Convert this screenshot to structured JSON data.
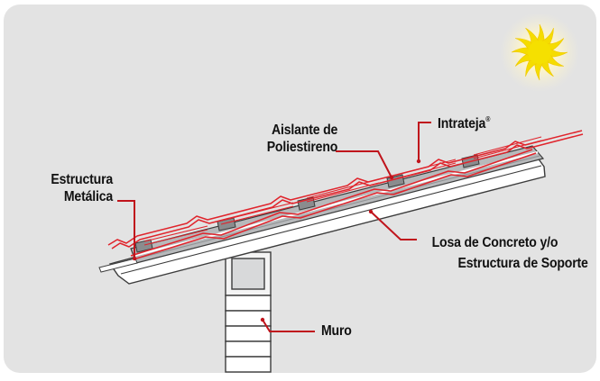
{
  "labels": {
    "intrateja": "Intrateja",
    "registered": "®",
    "aislante_line1": "Aislante de",
    "aislante_line2": "Poliestireno",
    "estructura_line1": "Estructura",
    "estructura_line2": "Metálica",
    "losa_line1": "Losa de Concreto y/o",
    "losa_line2": "Estructura de Soporte",
    "muro": "Muro"
  },
  "icons": [
    "sun-icon"
  ],
  "colors": {
    "background_panel": "#e3e3e3",
    "tile": "#e0242c",
    "leader_line": "#c0141c",
    "sun_outer": "#fff2b0",
    "sun_core": "#f5e000",
    "structure_gray": "#b0b2b4",
    "insulation_block": "#8a8c8e",
    "outline": "#3c3c3c"
  }
}
